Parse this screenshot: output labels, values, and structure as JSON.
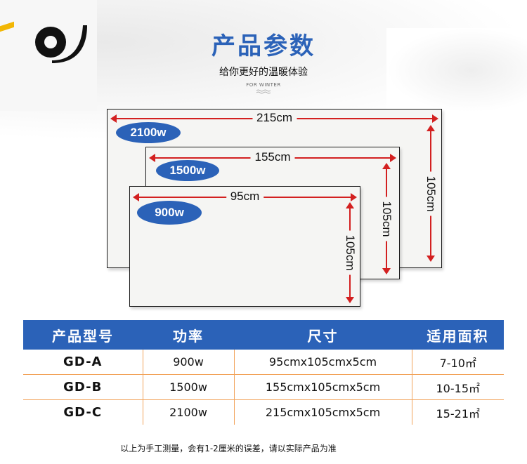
{
  "header": {
    "title": "产品参数",
    "subtitle": "给你更好的温暖体验",
    "tagline": "FOR WINTER"
  },
  "panels": [
    {
      "width_label": "215cm",
      "height_label": "105cm",
      "power_label": "2100w"
    },
    {
      "width_label": "155cm",
      "height_label": "105cm",
      "power_label": "1500w"
    },
    {
      "width_label": "95cm",
      "height_label": "105cm",
      "power_label": "900w"
    }
  ],
  "table": {
    "headers": [
      "产品型号",
      "功率",
      "尺寸",
      "适用面积"
    ],
    "rows": [
      {
        "model": "GD-A",
        "power": "900w",
        "size": "95cmx105cmx5cm",
        "area": "7-10㎡"
      },
      {
        "model": "GD-B",
        "power": "1500w",
        "size": "155cmx105cmx5cm",
        "area": "10-15㎡"
      },
      {
        "model": "GD-C",
        "power": "2100w",
        "size": "215cmx105cmx5cm",
        "area": "15-21㎡"
      }
    ]
  },
  "footnote": "以上为手工测量，会有1-2厘米的误差，请以实际产品为准",
  "colors": {
    "accent_blue": "#2b62b8",
    "dimension_red": "#d32020",
    "table_divider": "#f2a35a"
  }
}
